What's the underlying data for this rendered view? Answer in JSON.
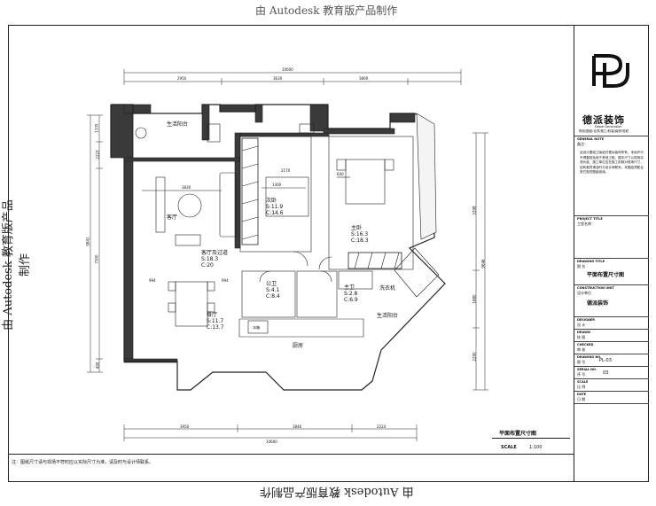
{
  "watermarks": {
    "top": "由 Autodesk 教育版产品制作",
    "left": "由 Autodesk 教育版产品制作",
    "bottom": "由 Autodesk 教育版产品制作"
  },
  "drawing": {
    "title": "平面布置尺寸图",
    "scale_label": "SCALE",
    "scale_value": "1:100",
    "note": "注：图纸尺寸请与现场不符时应以实际尺寸为准，请及时与设计师联系。"
  },
  "rooms": [
    {
      "name": "生活阳台",
      "area": "",
      "perimeter": ""
    },
    {
      "name": "客厅",
      "area": "",
      "perimeter": ""
    },
    {
      "name": "次卧",
      "area": "S:11.9",
      "perimeter": "C:14.6"
    },
    {
      "name": "主卧",
      "area": "S:16.3",
      "perimeter": "C:18.3"
    },
    {
      "name": "客厅及过道",
      "area": "S:18.3",
      "perimeter": "C:20"
    },
    {
      "name": "公卫",
      "area": "S:4.1",
      "perimeter": "C:8.4"
    },
    {
      "name": "主卫",
      "area": "S:2.8",
      "perimeter": "C:6.9"
    },
    {
      "name": "洗衣机",
      "area": "",
      "perimeter": ""
    },
    {
      "name": "生活阳台",
      "area": "",
      "perimeter": ""
    },
    {
      "name": "餐厅",
      "area": "S:11.7",
      "perimeter": "C:13.7"
    },
    {
      "name": "厨房",
      "area": "",
      "perimeter": ""
    },
    {
      "name": "冰箱",
      "area": "",
      "perimeter": ""
    }
  ],
  "dimensions": {
    "top_total": "10600",
    "top_segments": [
      "2950",
      "3630",
      "3800"
    ],
    "bottom_total": "10600",
    "bottom_segments": [
      "3950",
      "3846",
      "2224"
    ],
    "left_segments": [
      "1335",
      "2223",
      "7300",
      "490"
    ],
    "left_total": "9841",
    "right_segments": [
      "3398",
      "1880",
      "2290"
    ],
    "right_total": "9646",
    "interior": [
      "3830",
      "1300",
      "2170",
      "640",
      "994",
      "994"
    ]
  },
  "title_block": {
    "company_name": "德派装饰",
    "company_en": "Depai Decoration",
    "company_tagline": "规划/图纸/合同/施工/软装/装修/验收",
    "general_note_label": "GENERAL NOTE",
    "general_note_sub": "备注：",
    "general_note_text": "此设计图纸之版权归德派装饰所有，未经许可不得复制及用于其他工程。图中尺寸以现场实测为准，施工单位应在施工前核对现场尺寸，如有差异请及时与设计师联系。本图纸须配合其它相关图纸阅读。",
    "project_title_label": "PROJECT TITLE",
    "project_title_sub": "工程名称：",
    "drawing_title_label": "DRAWING TITLE",
    "drawing_title_sub": "图 名",
    "drawing_title_value": "平面布置尺寸图",
    "construction_label": "CONSTRUCTION UNIT",
    "construction_sub": "设计单位",
    "construction_value": "德派装饰",
    "designer_label": "DESIGNER",
    "designer_sub": "设 计",
    "drawn_label": "DRAWN",
    "drawn_sub": "绘 图",
    "checked_label": "CHECKED",
    "checked_sub": "审 核",
    "drawing_no_label": "DRAWING NO.",
    "drawing_no_sub": "图 号",
    "drawing_no_value": "PL-03",
    "serial_label": "SERIAL NO.",
    "serial_sub": "序 号",
    "serial_value": "03",
    "scale_label": "SCALE",
    "scale_sub": "比 例",
    "date_label": "DATE",
    "date_sub": "日 期"
  }
}
